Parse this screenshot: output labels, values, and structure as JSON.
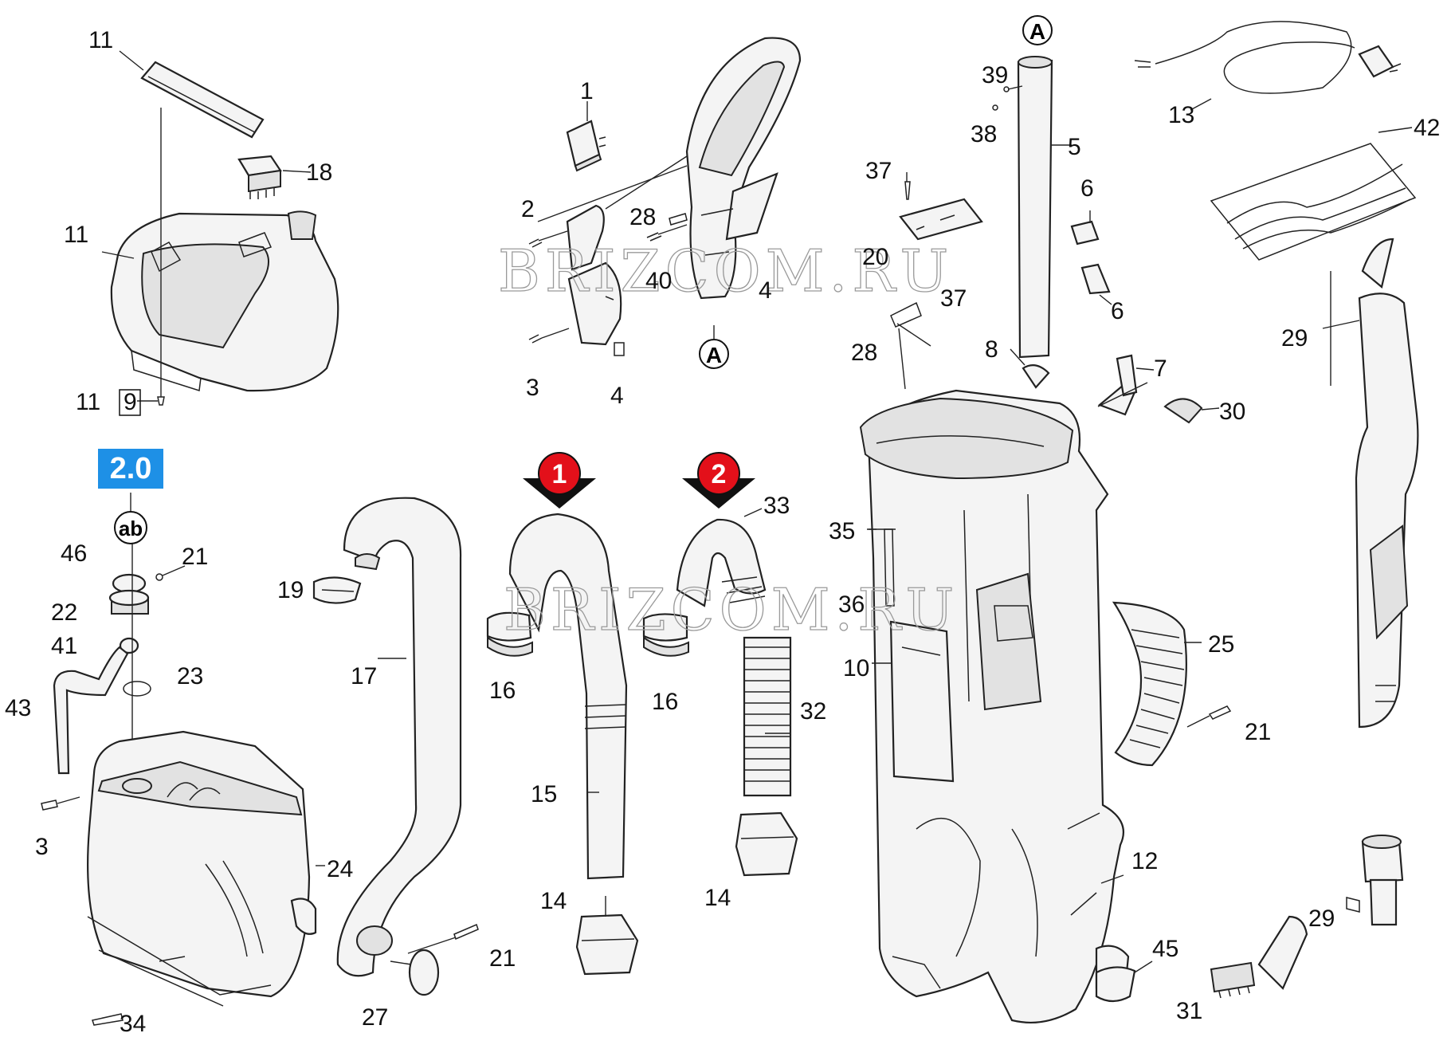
{
  "version_badge": "2.0",
  "variant_markers": [
    {
      "number": "1",
      "color": "#e3101a"
    },
    {
      "number": "2",
      "color": "#e3101a"
    }
  ],
  "ref_markers": {
    "A": "A",
    "ab": "ab"
  },
  "watermark": "BRIZCOM.RU",
  "callouts": {
    "c11a": "11",
    "c18": "18",
    "c11b": "11",
    "c11c": "11",
    "c9": "9",
    "c1": "1",
    "c2": "2",
    "c28a": "28",
    "c40": "40",
    "c4a": "4",
    "c3a": "3",
    "c4b": "4",
    "c39": "39",
    "c38": "38",
    "c5": "5",
    "c37a": "37",
    "c20": "20",
    "c6a": "6",
    "c6b": "6",
    "c37b": "37",
    "c28b": "28",
    "c8": "8",
    "c7": "7",
    "c30": "30",
    "c13": "13",
    "c42": "42",
    "c29a": "29",
    "c46": "46",
    "c21a": "21",
    "c22": "22",
    "c41": "41",
    "c23": "23",
    "c43": "43",
    "c3b": "3",
    "c24": "24",
    "c34": "34",
    "c19": "19",
    "c17": "17",
    "c21b": "21",
    "c27": "27",
    "c16a": "16",
    "c15": "15",
    "c14a": "14",
    "c33": "33",
    "c16b": "16",
    "c32": "32",
    "c14b": "14",
    "c35": "35",
    "c36": "36",
    "c10": "10",
    "c12": "12",
    "c45": "45",
    "c25": "25",
    "c21c": "21",
    "c31": "31",
    "c29b": "29"
  },
  "colors": {
    "badge": "#1e90e6",
    "marker": "#e3101a",
    "line": "#222222"
  }
}
